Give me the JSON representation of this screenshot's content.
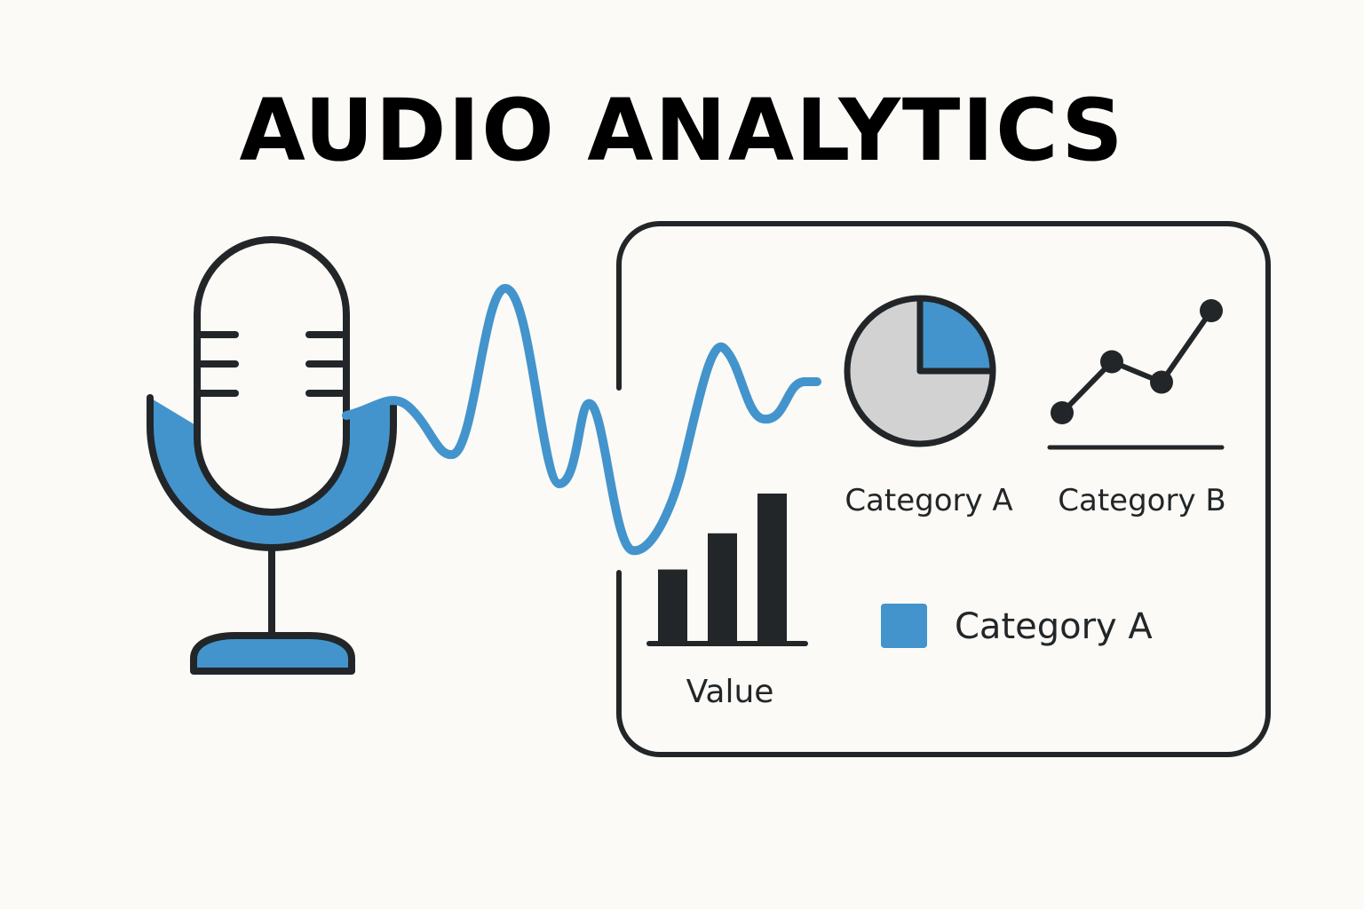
{
  "title": "AUDIO ANALYTICS",
  "colors": {
    "accent": "#4394cc",
    "ink": "#222628",
    "pie_gray": "#d2d2d2",
    "background": "#fbfaf6"
  },
  "icons": {
    "microphone": "microphone-icon",
    "waveform": "sound-wave",
    "pie": "pie-chart-icon",
    "line": "line-chart-icon",
    "bars": "bar-chart-icon",
    "legend_swatch": "legend-swatch"
  },
  "panel": {
    "pie_label": "Category A",
    "line_label": "Category B",
    "bar_label": "Value",
    "legend_label": "Category A"
  },
  "chart_data": [
    {
      "type": "pie",
      "slices": [
        {
          "share": 0.25,
          "color": "#4394cc"
        },
        {
          "share": 0.75,
          "color": "#d2d2d2"
        }
      ]
    },
    {
      "type": "line",
      "values": [
        1,
        2,
        1.6,
        3
      ]
    },
    {
      "type": "bar",
      "values": [
        2,
        3,
        4.1
      ]
    }
  ]
}
